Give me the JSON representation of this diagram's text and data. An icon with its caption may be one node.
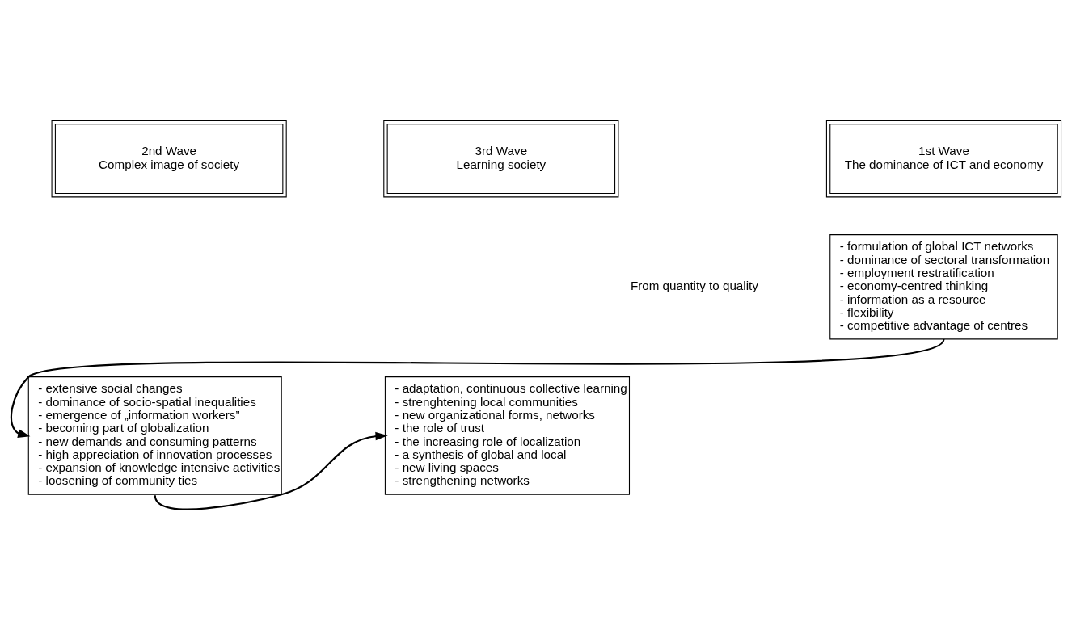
{
  "diagram": {
    "nodes": [
      {
        "text": [
          "1st Wave",
          "The dominance of ICT and economy"
        ]
      },
      {
        "text": [
          "2nd Wave",
          "Complex image of society"
        ]
      },
      {
        "text": [
          "3rd Wave",
          "Learning society"
        ]
      },
      {
        "text": [
          "- formulation of global ICT networks",
          "- dominance of sectoral transformation",
          "- employment restratification",
          "- economy-centred thinking",
          "- information as a resource",
          "- flexibility",
          "- competitive advantage of centres"
        ]
      },
      {
        "text": [
          "- extensive social changes",
          "- dominance of socio-spatial inequalities",
          "- emergence of „information workers”",
          "- becoming part of globalization",
          "- new demands and consuming patterns",
          "- high appreciation of innovation processes",
          "- expansion of knowledge intensive activities",
          "- loosening of community ties"
        ]
      },
      {
        "text": [
          "- adaptation, continuous collective learning",
          "- strenghtening local communities",
          "- new organizational forms, networks",
          "- the role of trust",
          "- the increasing role of localization",
          "- a synthesis of global and local",
          "- new living spaces",
          "- strengthening networks"
        ]
      }
    ],
    "edges": [
      {
        "from": 3,
        "to": 4,
        "arrow": "to"
      },
      {
        "from": 4,
        "to": 5,
        "arrow": "to"
      }
    ],
    "labels": [
      "From quantity to quality"
    ]
  }
}
